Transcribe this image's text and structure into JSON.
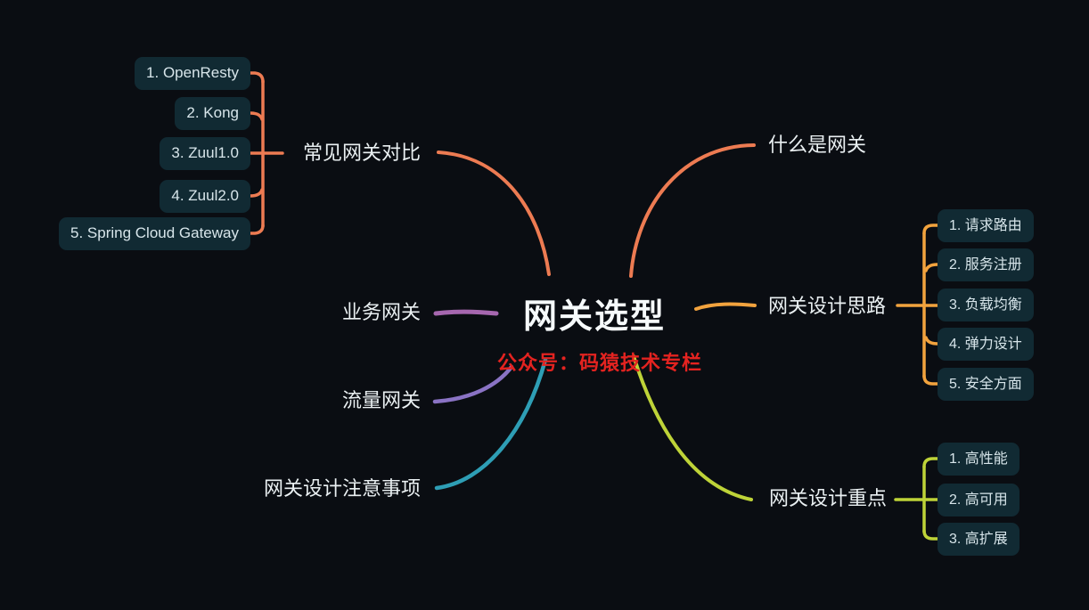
{
  "page": {
    "background": "#0a0d12"
  },
  "colors": {
    "page_bg": "#0a0d12",
    "node_bg": "#112a33",
    "node_text": "#d7e5ea",
    "label_text": "#eaf0f2",
    "title_text": "#f6fafb",
    "subtitle_red": "#e42320",
    "salmon": "#ed7b52",
    "amber": "#f2a33e",
    "purple_business": "#a667af",
    "violet_traffic": "#8a73c4",
    "teal": "#2e9eb5",
    "yellow_green": "#bed338"
  },
  "center": {
    "title": "网关选型",
    "subtitle": "公众号：码猿技术专栏"
  },
  "branches": {
    "comparison": {
      "label": "常见网关对比",
      "color": "#ed7b52",
      "children": [
        "1. OpenResty",
        "2. Kong",
        "3. Zuul1.0",
        "4. Zuul2.0",
        "5. Spring Cloud Gateway"
      ]
    },
    "what_is_gateway": {
      "label": "什么是网关",
      "color": "#ed7b52"
    },
    "business_gateway": {
      "label": "业务网关",
      "color": "#a667af"
    },
    "design_ideas": {
      "label": "网关设计思路",
      "color": "#f2a33e",
      "children": [
        "1. 请求路由",
        "2. 服务注册",
        "3. 负载均衡",
        "4. 弹力设计",
        "5. 安全方面"
      ]
    },
    "traffic_gateway": {
      "label": "流量网关",
      "color": "#8a73c4"
    },
    "design_notes": {
      "label": "网关设计注意事项",
      "color": "#2e9eb5"
    },
    "design_focus": {
      "label": "网关设计重点",
      "color": "#bed338",
      "children": [
        "1. 高性能",
        "2. 高可用",
        "3. 高扩展"
      ]
    }
  }
}
